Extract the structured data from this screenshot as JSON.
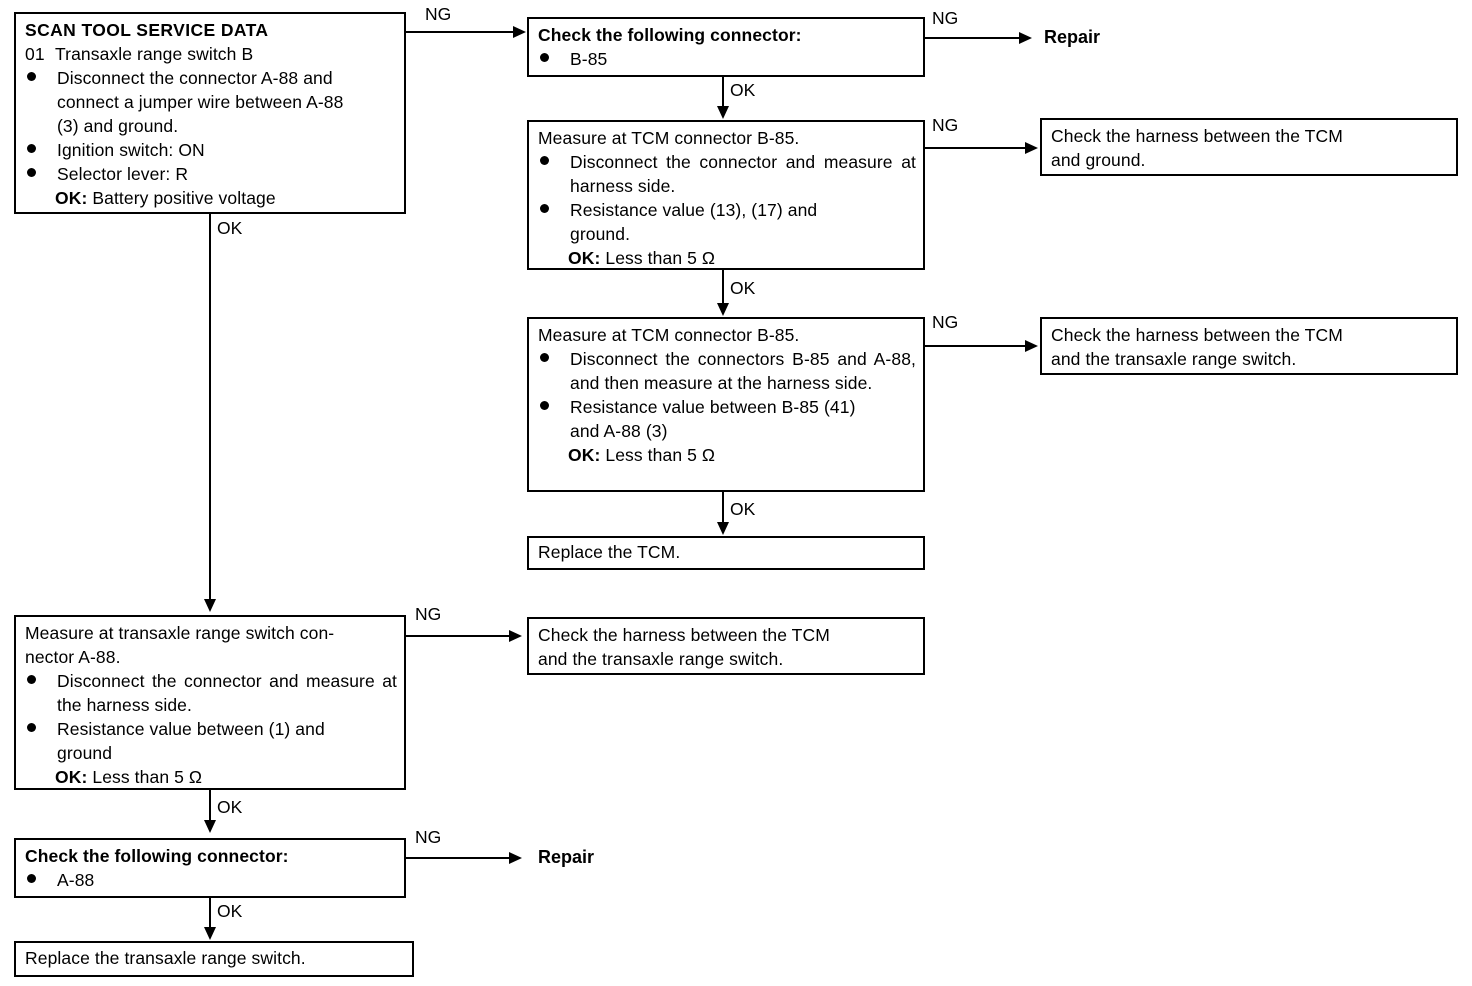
{
  "document": {
    "type": "troubleshooting-flowchart",
    "subject": "Transaxle range switch B diagnostic"
  },
  "boxes": {
    "scan_tool": {
      "title": "SCAN TOOL SERVICE DATA",
      "code_number": "01",
      "code_name": "Transaxle range switch B",
      "bullet1_line1": "Disconnect the connector A-88 and",
      "bullet1_line2": "connect a jumper wire between A-88",
      "bullet1_line3": "(3) and ground.",
      "bullet2": "Ignition switch: ON",
      "bullet3": "Selector lever: R",
      "ok_label": "OK:",
      "ok_value": "Battery positive voltage"
    },
    "check_connector_b85": {
      "heading": "Check the following connector:",
      "bullet1": "B-85"
    },
    "measure_b85_ground": {
      "heading": "Measure at TCM connector B-85.",
      "bullet1": "Disconnect the connector and measure at harness side.",
      "bullet2_line1": "Resistance value (13), (17) and",
      "bullet2_line2": "ground.",
      "ok_label": "OK:",
      "ok_value": "Less than 5 Ω"
    },
    "measure_b85_a88": {
      "heading": "Measure at TCM connector B-85.",
      "bullet1": "Disconnect the connectors B-85 and A-88, and then measure at the harness side.",
      "bullet2_line1": "Resistance value between B-85 (41)",
      "bullet2_line2": "and A-88 (3)",
      "ok_label": "OK:",
      "ok_value": "Less than 5 Ω"
    },
    "replace_tcm": {
      "heading": "Replace the TCM."
    },
    "check_harness_tcm_ground": {
      "line1": "Check the harness between the TCM",
      "line2": "and ground."
    },
    "check_harness_tcm_switch_1": {
      "line1": "Check the harness between the TCM",
      "line2": "and the transaxle range switch."
    },
    "check_harness_tcm_switch_2": {
      "line1": "Check the harness between the TCM",
      "line2": "and the transaxle range switch."
    },
    "measure_a88": {
      "heading_line1": "Measure at transaxle range switch con-",
      "heading_line2": "nector A-88.",
      "bullet1": "Disconnect the connector and measure at the harness side.",
      "bullet2_line1": "Resistance value between (1) and",
      "bullet2_line2": "ground",
      "ok_label": "OK:",
      "ok_value": "Less than 5 Ω"
    },
    "check_connector_a88": {
      "heading": "Check the following connector:",
      "bullet1": "A-88"
    },
    "replace_switch": {
      "heading": "Replace the transaxle range switch."
    }
  },
  "terminals": {
    "repair_top": "Repair",
    "repair_bottom": "Repair"
  },
  "edge_labels": {
    "ng1": "NG",
    "ok1": "OK",
    "ng2": "NG",
    "ok2": "OK",
    "ng3": "NG",
    "ok3": "OK",
    "ng4": "NG",
    "ok4": "OK",
    "ng5": "NG",
    "ok5": "OK",
    "ng6": "NG",
    "ok6": "OK"
  },
  "colors": {
    "line": "#000000",
    "background": "#ffffff",
    "text": "#000000"
  }
}
